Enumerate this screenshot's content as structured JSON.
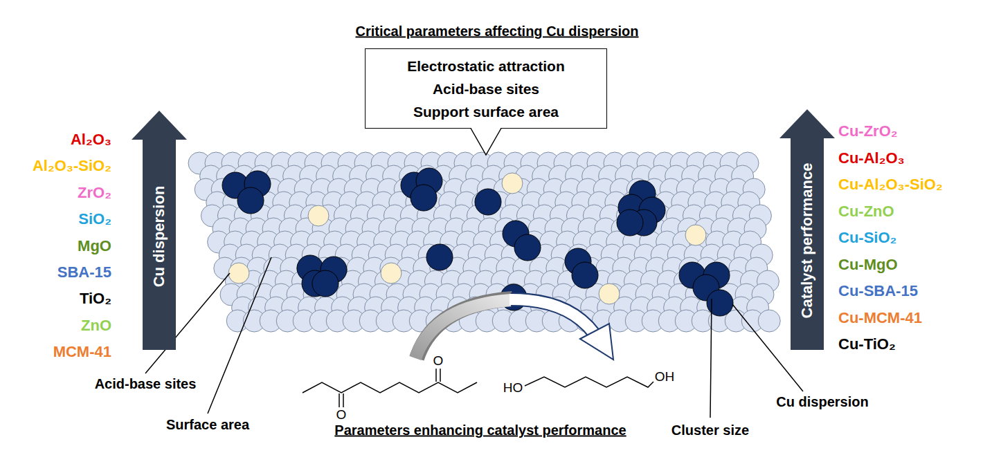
{
  "diagram": {
    "title": "Critical parameters affecting Cu dispersion",
    "nodes": [
      {
        "text": [
          "Electrostatic attraction",
          "Acid-base sites",
          "Support surface area"
        ]
      },
      {
        "text": [
          "Cu dispersion"
        ]
      },
      {
        "text": [
          "Catalyst performance"
        ]
      }
    ],
    "labels": [
      "Al₂O₃",
      "Al₂O₃-SiO₂",
      "ZrO₂",
      "SiO₂",
      "MgO",
      "SBA-15",
      "TiO₂",
      "ZnO",
      "MCM-41",
      "Cu-ZrO₂",
      "Cu-Al₂O₃",
      "Cu-Al₂O₃-SiO₂",
      "Cu-ZnO",
      "Cu-SiO₂",
      "Cu-MgO",
      "Cu-SBA-15",
      "Cu-MCM-41",
      "Cu-TiO₂",
      "Acid-base sites",
      "Surface area",
      "O",
      "O",
      "HO",
      "OH",
      "Parameters enhancing catalyst performance",
      "Cluster size",
      "Cu dispersion"
    ]
  }
}
